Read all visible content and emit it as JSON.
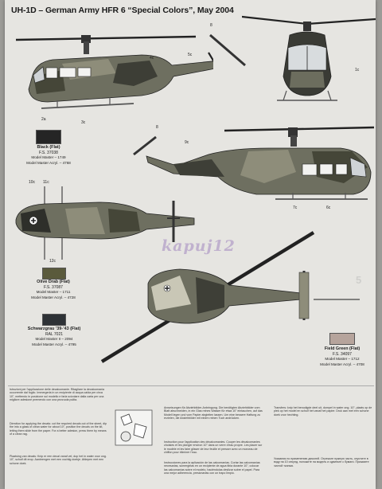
{
  "title": "UH-1D – German Army HFR 6 “Special Colors”, May 2004",
  "colors": [
    {
      "name": "Black (Flat)",
      "fs": "F.S. 37038",
      "model_master": "Model Master – 1749",
      "acryl": "Model Master Acryl. – 4768",
      "hex": "#252525"
    },
    {
      "name": "Olive Drab (Flat)",
      "fs": "F.S. 37087",
      "model_master": "Model Master – 1711",
      "acryl": "Model Master Acryl. – 4728",
      "hex": "#5a5a3c"
    },
    {
      "name": "Schwarzgrau ’39-’43 (Flat)",
      "fs": "RAL 7021",
      "model_master": "Model Master II – 2094",
      "acryl": "Model Master Acryl. – 4795",
      "hex": "#2e3236"
    },
    {
      "name": "Field Green (Flat)",
      "fs": "F.S. 34097",
      "model_master": "Model Master – 1712",
      "acryl": "Model Master Acryl. – 4708",
      "hex": "#b6a49c"
    }
  ],
  "callouts": {
    "a": "2a",
    "b": "3c",
    "c": "4c",
    "d": "5c",
    "e": "8",
    "f": "1c",
    "g": "9c",
    "h": "10c",
    "i": "11c",
    "j": "12c",
    "k": "7c",
    "l": "6c"
  },
  "watermark": "kapuj12",
  "page_number": "5",
  "instructions": [
    "Istruzioni per l’applicazione delle decalcomanie. Ritagliare la decalcomania occorrente dal foglio. Immergerla in un recipiente di acqua calda per circa 10\", mettendo in posizione sul modello e farla scivolare dalla carta per una migliore adesione premendo con una pezzuola pulita.",
    "Direction for applying the decals: cut the required decals out of the sheet, dip the into a glass of clean water for about 10\", position the decals on the kit, letting them slide from the paper. For a better adesion, press them by means of a clean rag.",
    "Plaatsing van decals: Knip er een decal vanaf vel, dop het in water voor ong. 10\", schuif dit erop. Aanbrengen met een vochtig doekje. Afdepen met een schone doek.",
    "Anweisungen für Abziehbilder-Anbringung. Die benötigten Abziehbilder vom Blatt abschneiden, in ein Glas reines Wasser für etwa 10\" eintauchen, auf das Modell legen und vom Papier abgleiten lassen. Um eine bessere Haftung zu erzielen, die Abziehbilder mit einem reinen Tuch andrücken.",
    "Instruction pour l’application des décalcomanies. Couper les décalcomanies choisies et les plonger environ 10\" dans un verre d’eau propre. Les placer sur le modèle et les faire glisser de leur feuille et presser avec un morceau de chiffon pour éliminer l’eau.",
    "Instrucciones para la aplicación de las calcomanías. Cortar las calcomanías necesarias, sumergirlas en un recipiente de agua tibia durante 10\", colocar las calcomanías sobre el modelo, haciéndolas deslizar sobre el papel. Para una mejor adherencia, presionarlas con un trapo limpio.",
    "Transfers: knip het benodigde deel uit, dompel in water ong. 10\", plaats op de plek op het model en schuif het vanaf het papier. Druk aan met een schone doek voor hechting.",
    "Указания по применению деколей. Отрежьте нужную часть, опустите в воду на 10 секунд, положите на модель и сдвиньте с бумаги. Прижмите чистой тканью."
  ]
}
